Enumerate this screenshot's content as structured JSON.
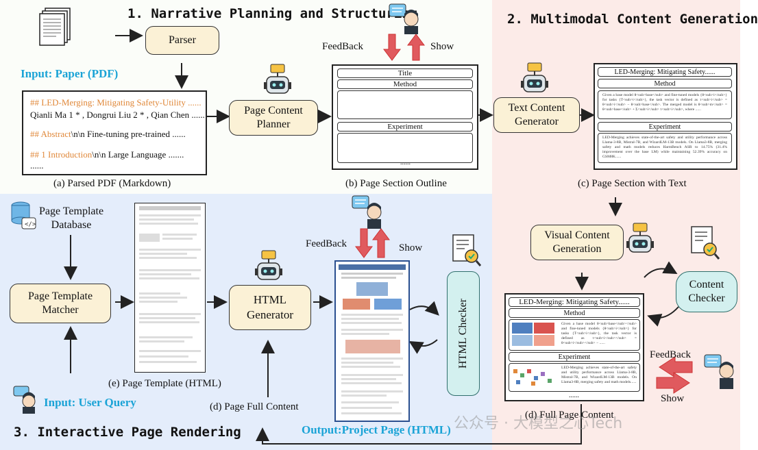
{
  "sections": {
    "s1": "1. Narrative Planning and Structuring",
    "s2": "2. Multimodal Content Generation",
    "s3": "3. Interactive Page Rendering"
  },
  "inputs": {
    "paper": "Input: Paper (PDF)",
    "user_query": "Input: User Query",
    "output": "Output:Project Page (HTML)"
  },
  "modules": {
    "parser": "Parser",
    "planner_1": "Page Content",
    "planner_2": "Planner",
    "text_gen_1": "Text Content",
    "text_gen_2": "Generator",
    "visual_gen_1": "Visual Content",
    "visual_gen_2": "Generation",
    "content_checker_1": "Content",
    "content_checker_2": "Checker",
    "template_db_1": "Page Template",
    "template_db_2": "Database",
    "matcher_1": "Page Template",
    "matcher_2": "Matcher",
    "html_gen_1": "HTML",
    "html_gen_2": "Generator",
    "html_checker": "HTML Checker"
  },
  "markdown": {
    "line1": "## LED-Merging: Mitigating Safety-Utility ......",
    "line2": "Qianli Ma 1 * , Dongrui Liu 2 * , Qian Chen ......",
    "line3a": "## Abstract",
    "line3b": "\\n\\n Fine-tuning pre-trained ......",
    "line4a": "## 1 Introduction",
    "line4b": "\\n\\n Large Language .......",
    "line5": "......"
  },
  "outline": {
    "title": "Title",
    "method": "Method",
    "experiment": "Experiment",
    "dots": "......"
  },
  "section_text": {
    "title": "LED-Merging: Mitigating Safety......",
    "method": "Method",
    "method_body": "Given a base model θ<sub>base</sub> and fine-tuned models {θ<sub>i</sub>} for tasks {T<sub>i</sub>}, the task vector is defined as τ<sub>i</sub> = θ<sub>i</sub> − θ<sub>base</sub>. The merged model is θ<sub>m</sub> = θ<sub>base</sub> + Σ<sub>i</sub> τ<sub>i</sub>, where ......",
    "experiment": "Experiment",
    "experiment_body": "LED-Merging achieves state-of-the-art safety and utility performance across Llama-3-8B, Mistral-7B, and WizardLM-13B models. On Llama3-8B, merging safety and math models reduces HarmBench ASR to 14.75% (31.4% improvement over the base LM) while maintaining 52.39% accuracy on GSM8K......",
    "dots": "......"
  },
  "full_page": {
    "title": "LED-Merging: Mitigating Safety......",
    "method": "Method",
    "method_body": "Given a base model θ<sub>base</sub></sub> and fine-tuned models {θ<sub>i</sub>} for tasks {T<sub>i</sub>}, the task vector is defined as τ<sub>i</sub></sub> = θ<sub>i</sub></sub> − ......",
    "experiment": "Experiment",
    "experiment_body": "LED-Merging achieves state-of-the-art safety and utility performance across Llama-3-8B, Mistral-7B, and WizardLM-13B models. On Llama3-8B, merging safety and math models......",
    "dots": "......"
  },
  "captions": {
    "a": "(a) Parsed PDF (Markdown)",
    "b": "(b) Page Section Outline",
    "c": "(c) Page Section with Text",
    "d_full": "(d) Page Full Content",
    "d_full2": "(d) Full Page Content",
    "e": "(e) Page Template (HTML)"
  },
  "feedback": {
    "fb": "FeedBack",
    "show": "Show"
  },
  "watermark": "公众号 · 大模型之心Tech"
}
